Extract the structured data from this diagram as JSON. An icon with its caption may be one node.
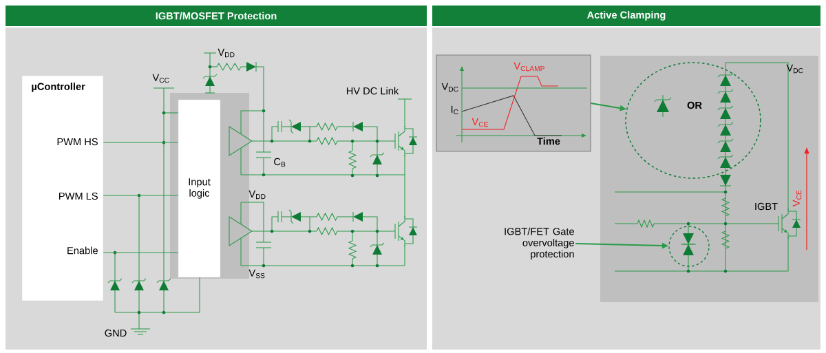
{
  "diagram": {
    "nodes": [
      {
        "text": [
          "IGBT/MOSFET Protection"
        ]
      },
      {
        "text": [
          "Active Clamping"
        ]
      },
      {
        "text": [
          "µController",
          "PWM HS",
          "PWM LS",
          "Enable"
        ]
      },
      {
        "text": [
          "Input logic"
        ]
      },
      {
        "text": [
          "V$_{CLAMP}$",
          "V$_{DC}$",
          "I$_{C}$",
          "V$_{CE}$",
          "Time"
        ]
      },
      {
        "text": [
          "OR"
        ]
      },
      {
        "text": [
          "IGBT/FET Gate overvoltage protection"
        ]
      },
      {
        "text": [],
        "shape": "circle"
      }
    ],
    "edges": [
      {
        "from": 2,
        "to": 3,
        "arrow": "none"
      },
      {
        "from": 2,
        "to": 3,
        "arrow": "none"
      },
      {
        "from": 2,
        "to": 3,
        "arrow": "none"
      },
      {
        "from": 4,
        "to": 5,
        "arrow": "to"
      },
      {
        "from": 6,
        "to": 7,
        "arrow": "to"
      }
    ],
    "labels": [
      "V$_{DD}$",
      "V$_{CC}$",
      "HV DC Link",
      "C$_{B}$",
      "V$_{DD}$",
      "V$_{SS}$",
      "GND",
      "V$_{DC}$",
      "IGBT",
      "V$_{CE}$"
    ]
  }
}
